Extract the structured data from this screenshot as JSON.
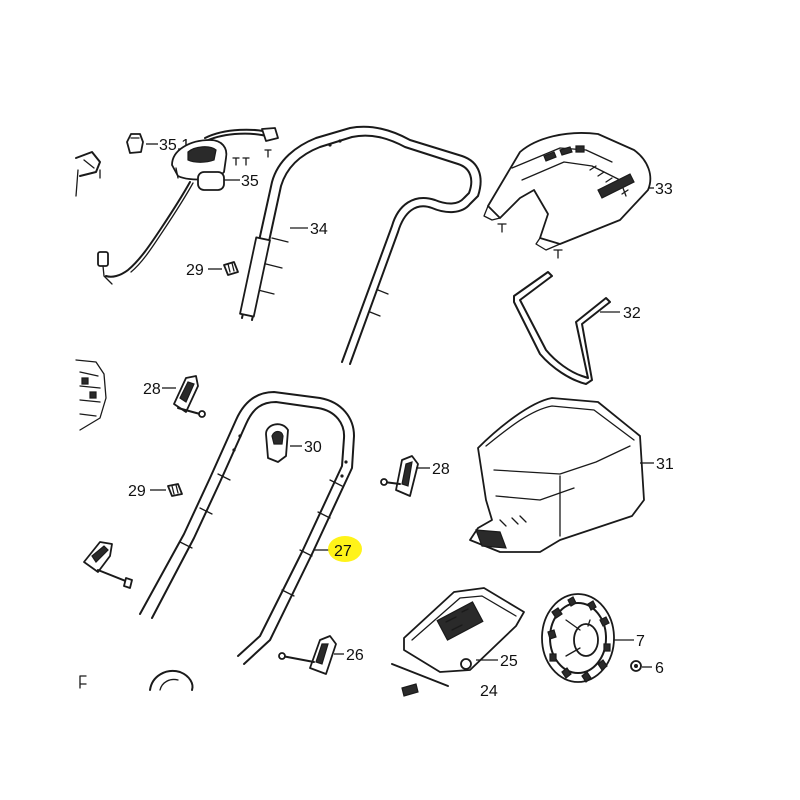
{
  "parts": [
    {
      "key": "p35_1",
      "number": "35.1"
    },
    {
      "key": "p35",
      "number": "35"
    },
    {
      "key": "p34",
      "number": "34"
    },
    {
      "key": "p33",
      "number": "33"
    },
    {
      "key": "p32",
      "number": "32"
    },
    {
      "key": "p31",
      "number": "31"
    },
    {
      "key": "p30",
      "number": "30"
    },
    {
      "key": "p29a",
      "number": "29"
    },
    {
      "key": "p29b",
      "number": "29"
    },
    {
      "key": "p28a",
      "number": "28"
    },
    {
      "key": "p28b",
      "number": "28"
    },
    {
      "key": "p27",
      "number": "27",
      "highlighted": true
    },
    {
      "key": "p26",
      "number": "26"
    },
    {
      "key": "p25",
      "number": "25"
    },
    {
      "key": "p24",
      "number": "24"
    },
    {
      "key": "p7",
      "number": "7"
    },
    {
      "key": "p6",
      "number": "6"
    }
  ],
  "highlight_color": "#fff200"
}
